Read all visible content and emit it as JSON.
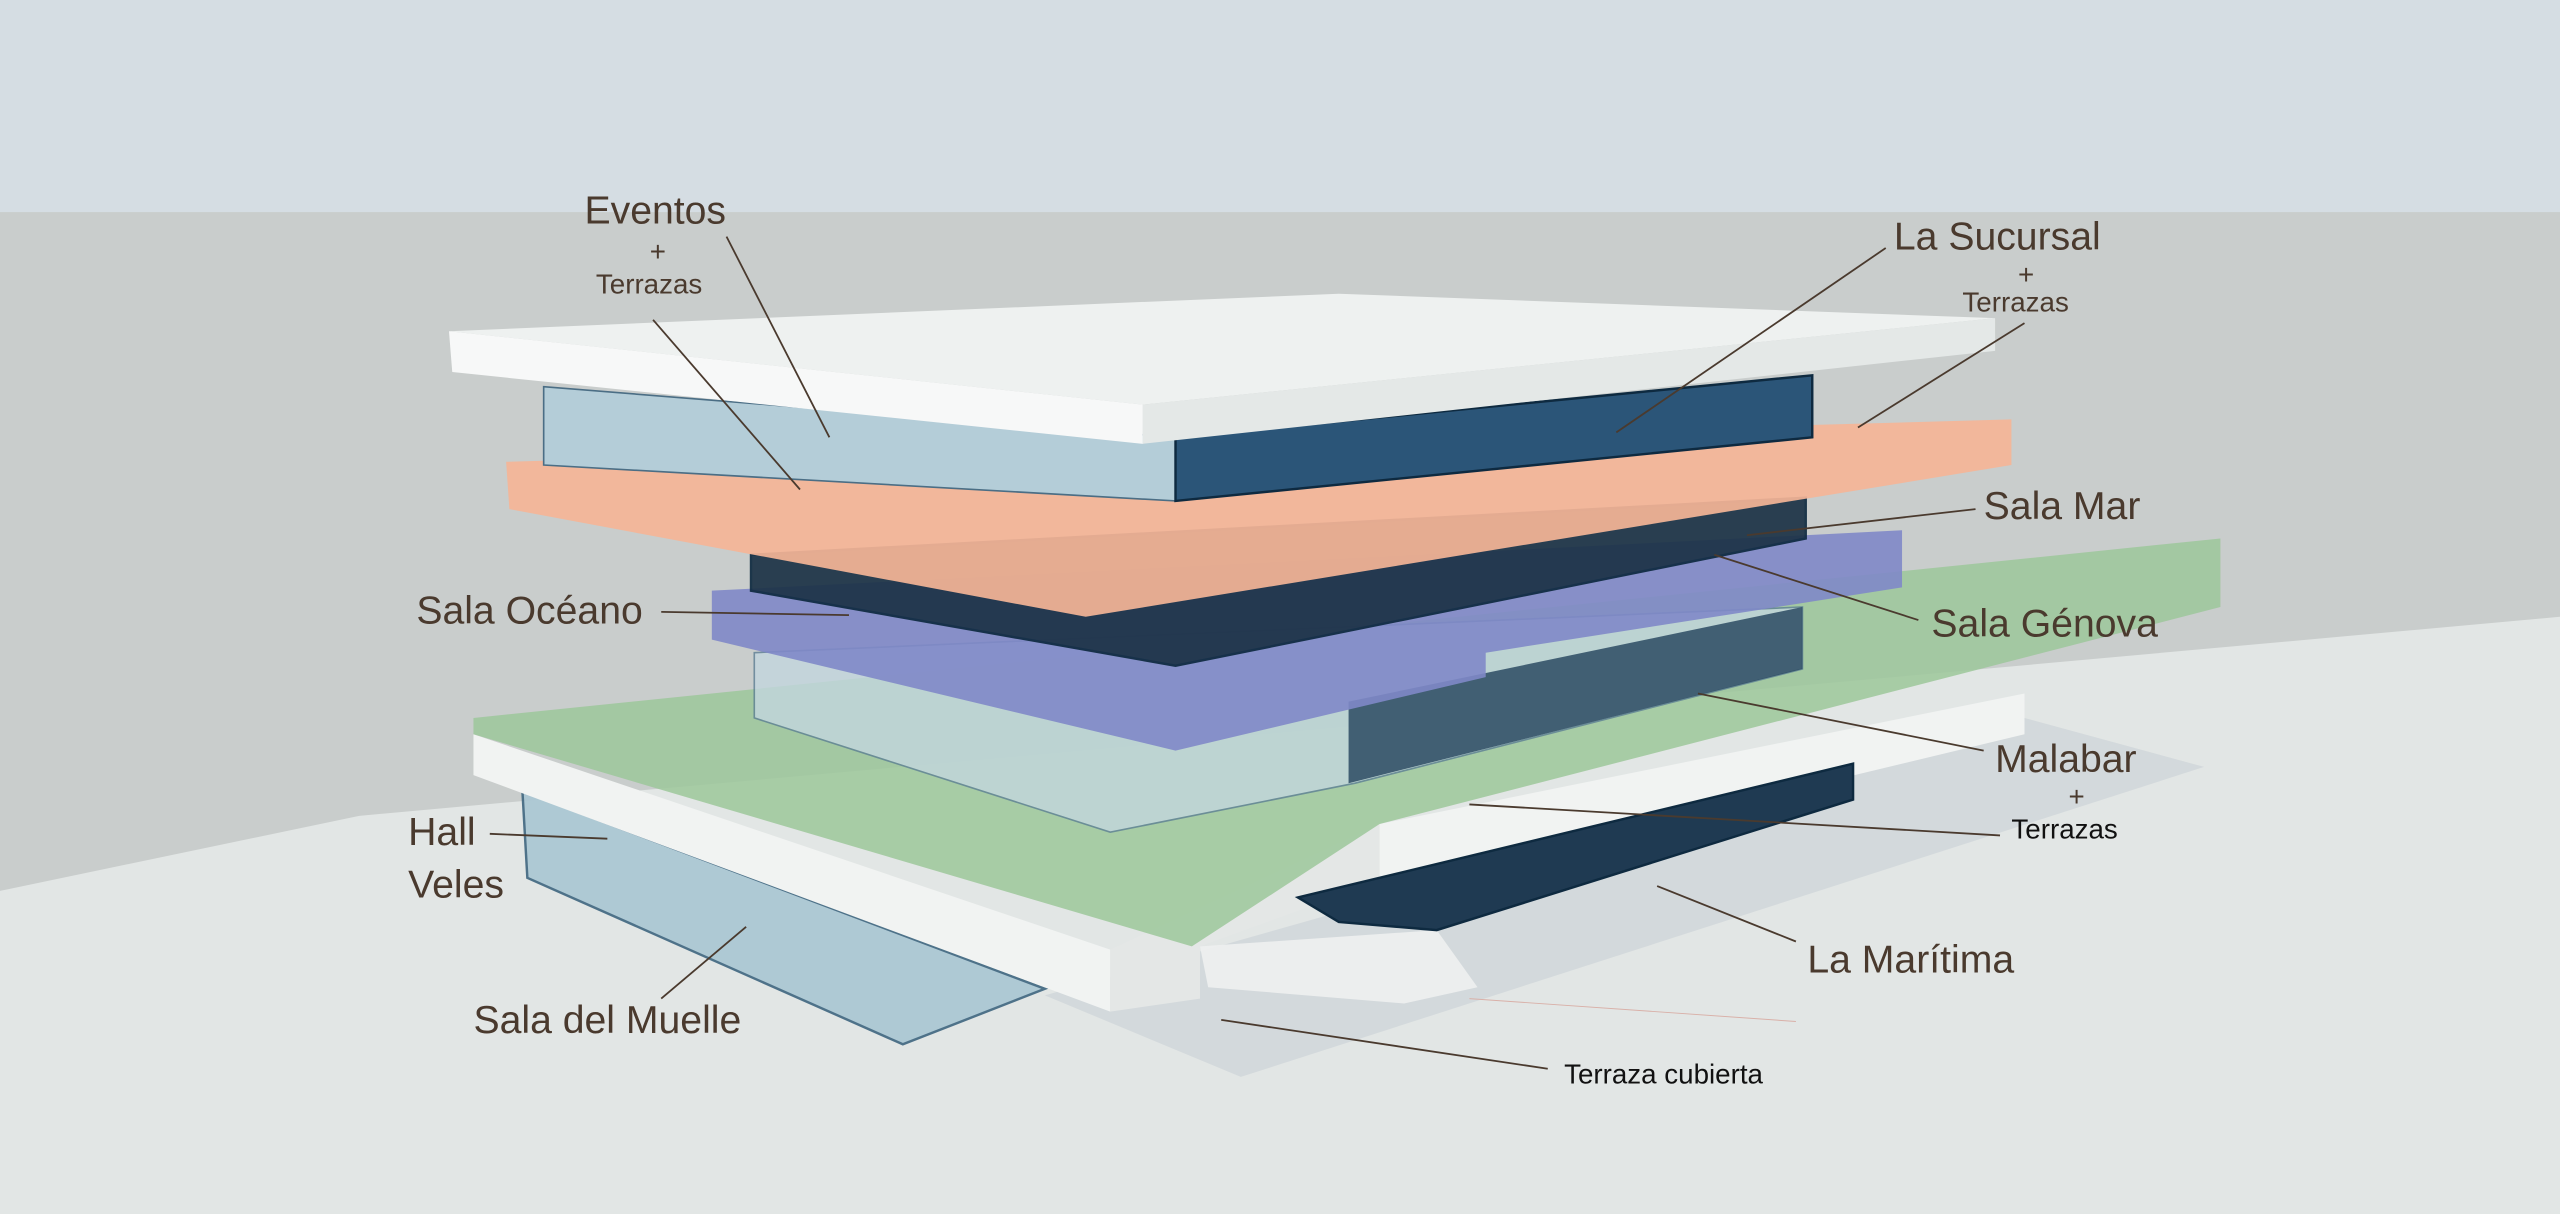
{
  "title": "Building floor plan diagram",
  "labels": {
    "eventos": {
      "name": "Eventos",
      "plus": "+",
      "sub": "Terrazas"
    },
    "la_sucursal": {
      "name": "La Sucursal",
      "plus": "+",
      "sub": "Terrazas"
    },
    "sala_mar": "Sala Mar",
    "sala_genova": "Sala Génova",
    "sala_oceano": "Sala Océano",
    "malabar": {
      "name": "Malabar",
      "plus": "+",
      "sub": "Terrazas"
    },
    "hall": "Hall",
    "veles": "Veles",
    "sala_del_muelle": "Sala del Muelle",
    "la_maritima": "La Marítima",
    "terraza_cubierta": "Terraza cubierta"
  },
  "colors": {
    "text": "#4a3a2e",
    "orange_floor": "#f5b597",
    "blue_floor": "#8088c8",
    "green_floor": "#9cc79a",
    "glass": "#a9c6d3",
    "dark_glass": "#1f3a52"
  }
}
